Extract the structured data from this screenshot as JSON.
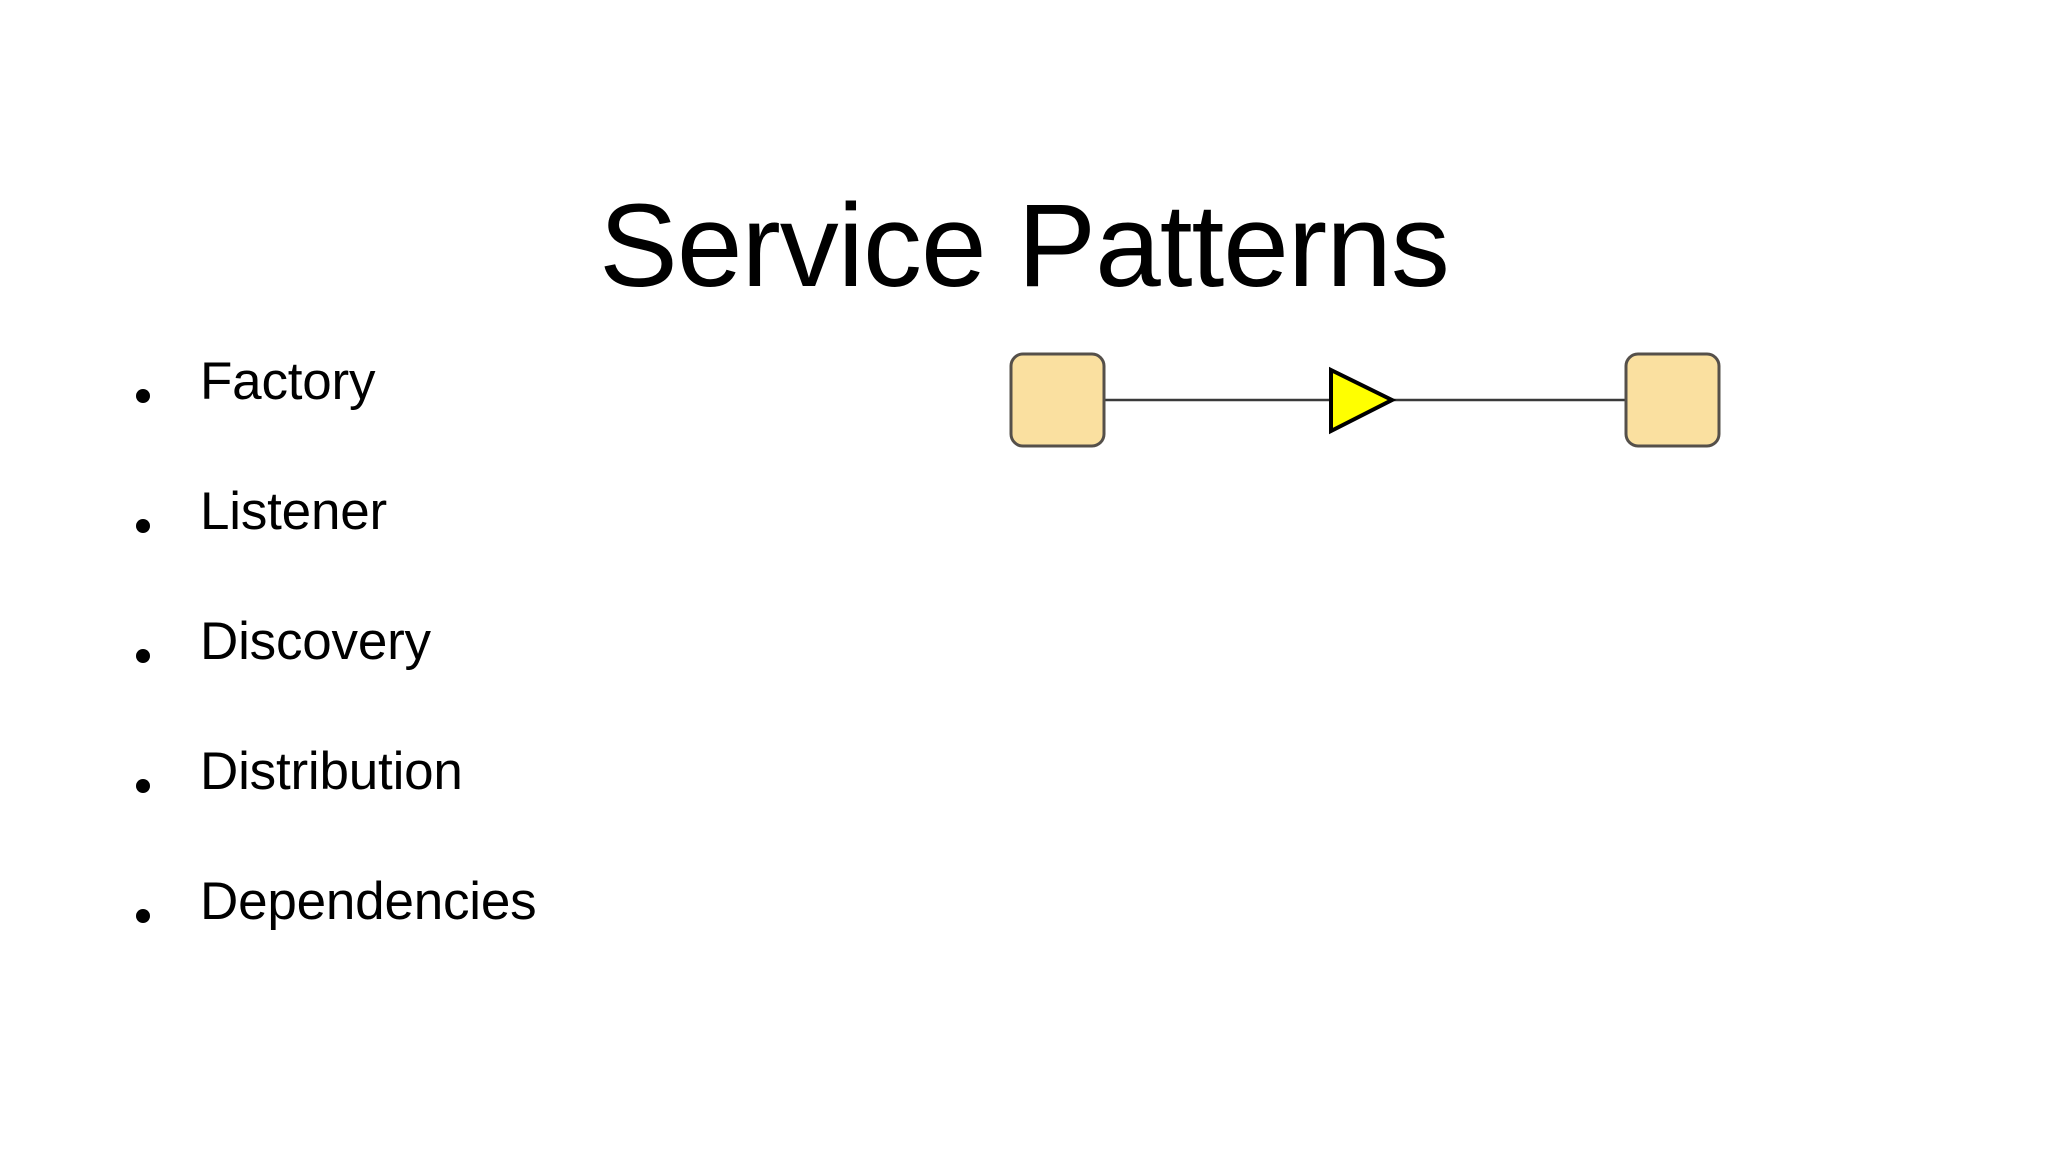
{
  "slide": {
    "title": "Service Patterns",
    "background_color": "#ffffff",
    "text_color": "#000000"
  },
  "bullets": {
    "items": [
      {
        "label": "Factory"
      },
      {
        "label": "Listener"
      },
      {
        "label": "Discovery"
      },
      {
        "label": "Distribution"
      },
      {
        "label": "Dependencies"
      }
    ],
    "marker": "round-bullet"
  },
  "diagram": {
    "type": "node-link",
    "node_fill_color": "#FAE0A0",
    "node_border_color": "#55504A",
    "connector_color": "#3A3A3A",
    "arrowhead_fill_color": "#FFFF00",
    "arrowhead_border_color": "#000000",
    "nodes": [
      {
        "name": "left-node",
        "label": ""
      },
      {
        "name": "right-node",
        "label": ""
      }
    ],
    "connectors": [
      {
        "name": "left-to-right-connector",
        "label": "",
        "arrow_direction": "right"
      }
    ]
  }
}
